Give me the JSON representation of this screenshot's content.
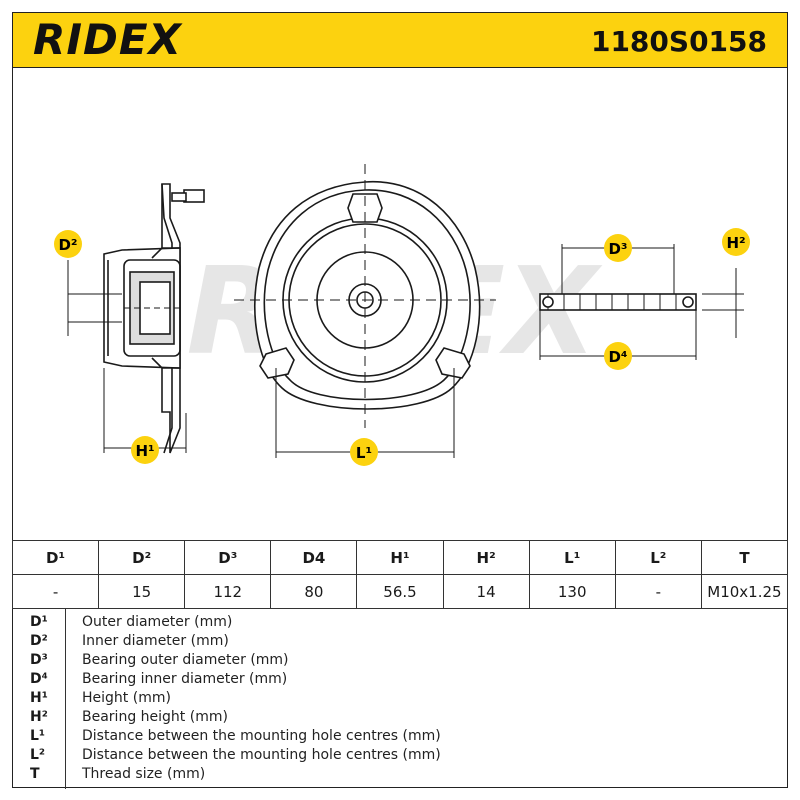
{
  "header": {
    "brand": "RIDEX",
    "part_number": "1180S0158",
    "accent_color": "#fcd20f"
  },
  "drawing": {
    "watermark": "RIDEX",
    "labels": {
      "d2": "D²",
      "h1": "H¹",
      "l1": "L¹",
      "d3": "D³",
      "d4": "D⁴",
      "h2": "H²"
    }
  },
  "spec_table": {
    "headers": [
      "D¹",
      "D²",
      "D³",
      "D4",
      "H¹",
      "H²",
      "L¹",
      "L²",
      "T"
    ],
    "values": [
      "-",
      "15",
      "112",
      "80",
      "56.5",
      "14",
      "130",
      "-",
      "M10x1.25"
    ]
  },
  "legend": [
    {
      "key": "D¹",
      "text": "Outer diameter (mm)"
    },
    {
      "key": "D²",
      "text": "Inner diameter (mm)"
    },
    {
      "key": "D³",
      "text": "Bearing outer diameter (mm)"
    },
    {
      "key": "D⁴",
      "text": "Bearing inner diameter (mm)"
    },
    {
      "key": "H¹",
      "text": "Height (mm)"
    },
    {
      "key": "H²",
      "text": "Bearing height (mm)"
    },
    {
      "key": "L¹",
      "text": "Distance between the mounting hole centres (mm)"
    },
    {
      "key": "L²",
      "text": "Distance between the mounting hole centres (mm)"
    },
    {
      "key": "T",
      "text": "Thread size (mm)"
    }
  ]
}
